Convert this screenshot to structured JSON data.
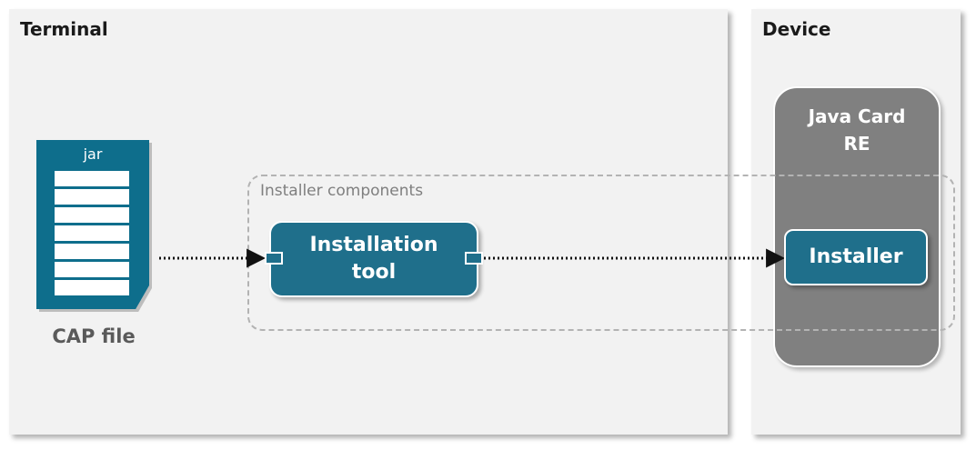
{
  "regions": {
    "terminal": "Terminal",
    "device": "Device"
  },
  "runtime": {
    "line1": "Java Card",
    "line2": "RE"
  },
  "boundary_label": "Installer components",
  "cap_file": {
    "jar_label": "jar",
    "label": "CAP file"
  },
  "components": {
    "installation_tool": {
      "line1": "Installation",
      "line2": "tool"
    },
    "installer": "Installer"
  },
  "colors": {
    "component_fill": "#1f6f8b",
    "cap_fill": "#0e6e8c",
    "runtime_fill": "#808080",
    "region_fill": "#f2f2f2",
    "boundary_stroke": "#b3b3b3"
  }
}
